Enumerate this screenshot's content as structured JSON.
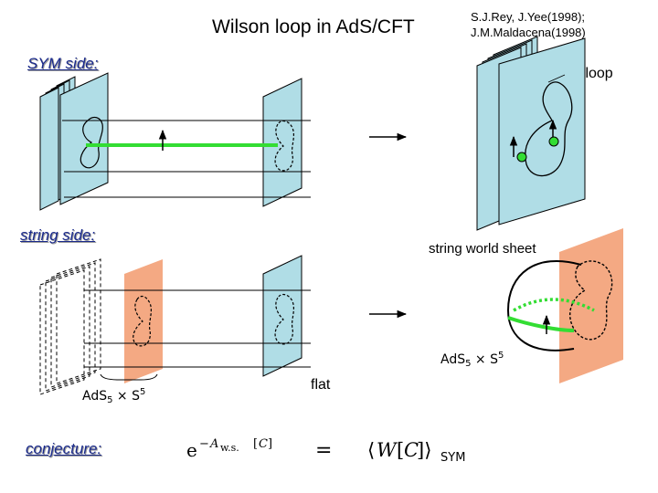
{
  "title": "Wilson loop in AdS/CFT",
  "references": "S.J.Rey, J.Yee(1998);\nJ.M.Maldacena(1998)",
  "labels": {
    "sym_side": "SYM side:",
    "string_side": "string side:",
    "conjecture": "conjecture:",
    "wilson_loop": "Wilson loop",
    "string_world_sheet": "string world sheet",
    "flat": "flat"
  },
  "colors": {
    "brane_blue": "#b0dde6",
    "brane_orange": "#f4a983",
    "wilson_line_green": "#33dd33",
    "label_blue": "#1a2a8c"
  }
}
